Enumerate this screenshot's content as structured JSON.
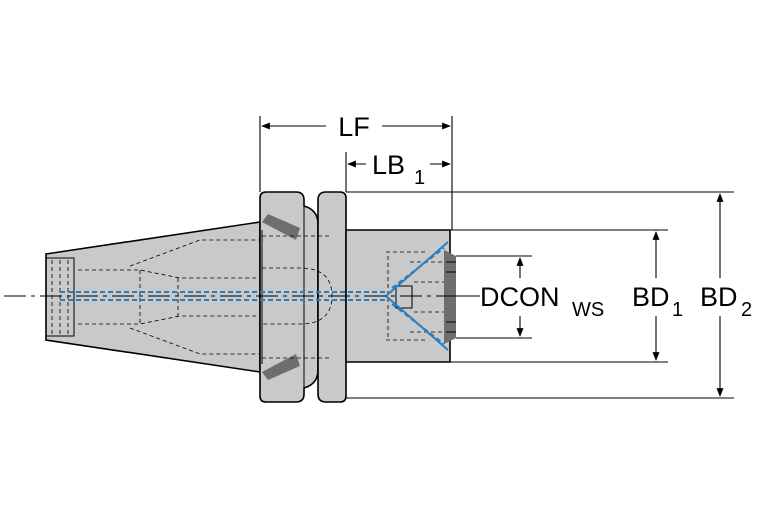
{
  "labels": {
    "lf": "LF",
    "lb1_main": "LB",
    "lb1_sub": "1",
    "dcon_main": "DCON",
    "dcon_sub": "WS",
    "bd1_main": "BD",
    "bd1_sub": "1",
    "bd2_main": "BD",
    "bd2_sub": "2"
  },
  "colors": {
    "body_fill": "#c9c9c9",
    "coolant_channel": "#2a7fc0",
    "line": "#000000"
  }
}
